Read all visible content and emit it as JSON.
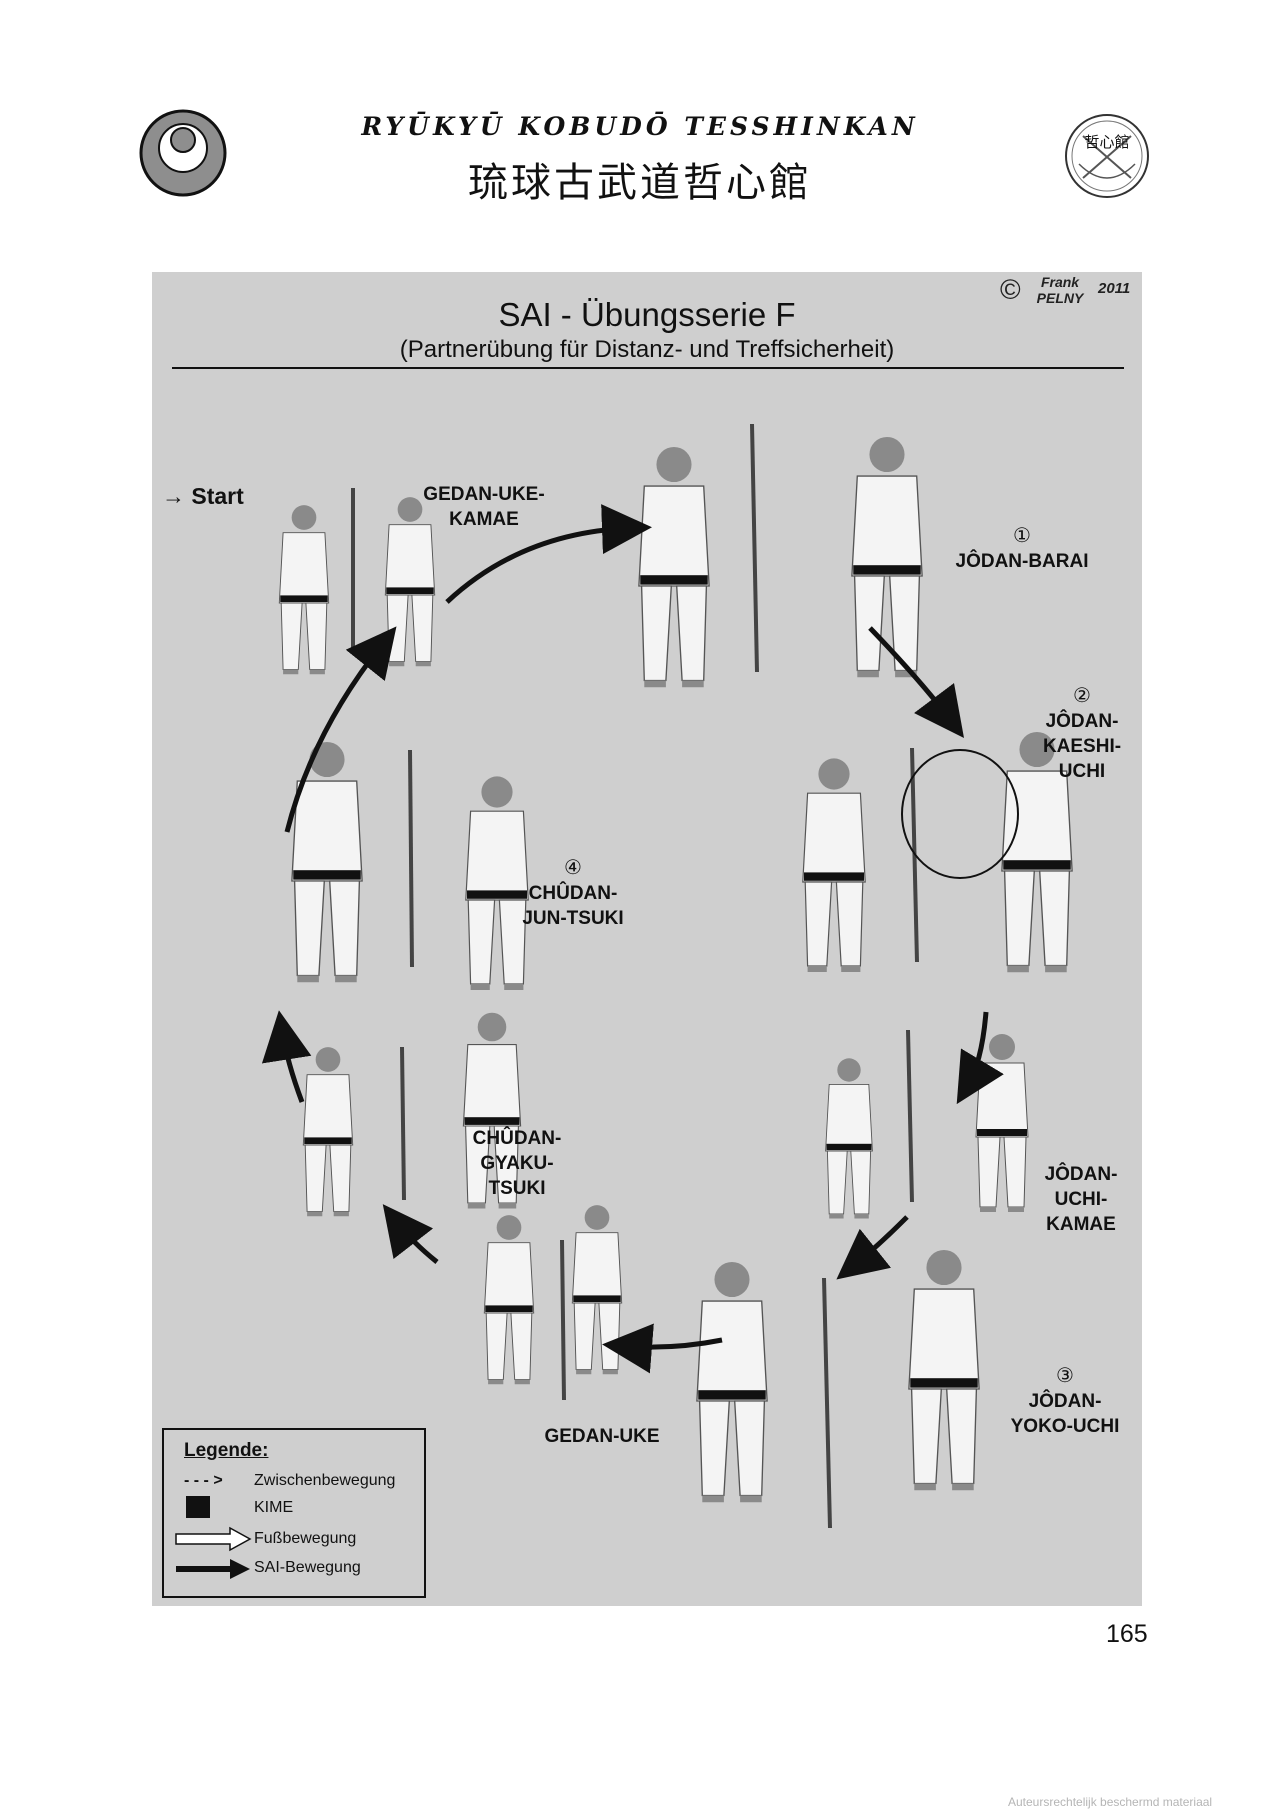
{
  "header": {
    "title": "RYŪKYŪ KOBUDŌ TESSHINKAN",
    "kanji": "琉球古武道哲心館",
    "seal_text": "哲心館"
  },
  "panel": {
    "title": "SAI - Übungsserie F",
    "subtitle": "(Partnerübung für Distanz- und Treffsicherheit)",
    "copyright": {
      "symbol": "©",
      "name_line1": "Frank",
      "name_line2": "PELNY",
      "year": "2011"
    },
    "start_label": "→ Start",
    "steps": {
      "gedan_uke_kamae": {
        "line1": "GEDAN-UKE-",
        "line2": "KAMAE"
      },
      "jodan_barai": {
        "num": "①",
        "line1": "JÔDAN-BARAI"
      },
      "jodan_kaeshi_uchi": {
        "num": "②",
        "line1": "JÔDAN-",
        "line2": "KAESHI-",
        "line3": "UCHI"
      },
      "jodan_uchi_kamae": {
        "line1": "JÔDAN-",
        "line2": "UCHI-",
        "line3": "KAMAE"
      },
      "jodan_yoko_uchi": {
        "num": "③",
        "line1": "JÔDAN-",
        "line2": "YOKO-UCHI"
      },
      "gedan_uke": {
        "line1": "GEDAN-UKE"
      },
      "chudan_gyaku_tsuki": {
        "line1": "CHÛDAN-",
        "line2": "GYAKU-",
        "line3": "TSUKI"
      },
      "chudan_jun_tsuki": {
        "num": "④",
        "line1": "CHÛDAN-",
        "line2": "JUN-TSUKI"
      }
    },
    "legend": {
      "title": "Legende:",
      "items": [
        {
          "symbol": "- - - >",
          "label": "Zwischenbewegung"
        },
        {
          "symbol": "■",
          "label": "KIME"
        },
        {
          "symbol": "hollow-arrow",
          "label": "Fußbewegung"
        },
        {
          "symbol": "solid-arrow",
          "label": "SAI-Bewegung"
        }
      ]
    }
  },
  "footer": {
    "page_number": "165",
    "watermark": "Auteursrechtelijk beschermd materiaal"
  },
  "colors": {
    "panel_bg": "#cfcfcf",
    "ink": "#111111",
    "gi": "#f4f4f4",
    "skin": "#8a8a8a"
  }
}
